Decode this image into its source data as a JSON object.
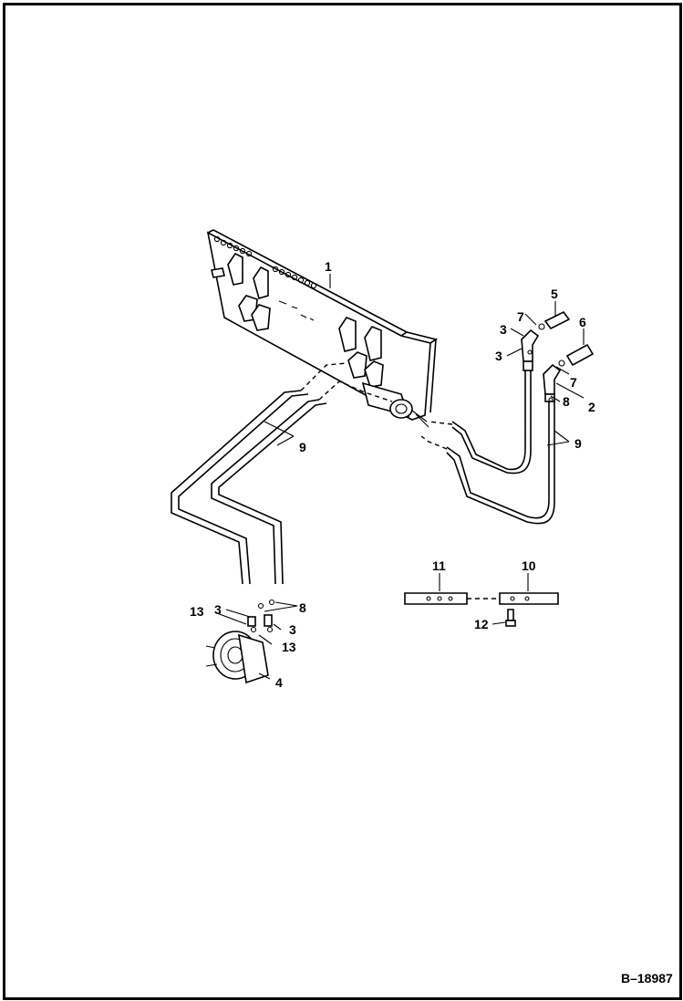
{
  "diagram": {
    "reference": "B–18987",
    "callouts": {
      "c1": "1",
      "c2": "2",
      "c3a": "3",
      "c3b": "3",
      "c3c": "3",
      "c3d": "3",
      "c4": "4",
      "c5": "5",
      "c6": "6",
      "c7a": "7",
      "c7b": "7",
      "c8a": "8",
      "c8b": "8",
      "c9a": "9",
      "c9b": "9",
      "c10": "10",
      "c11": "11",
      "c12": "12",
      "c13a": "13",
      "c13b": "13"
    }
  }
}
